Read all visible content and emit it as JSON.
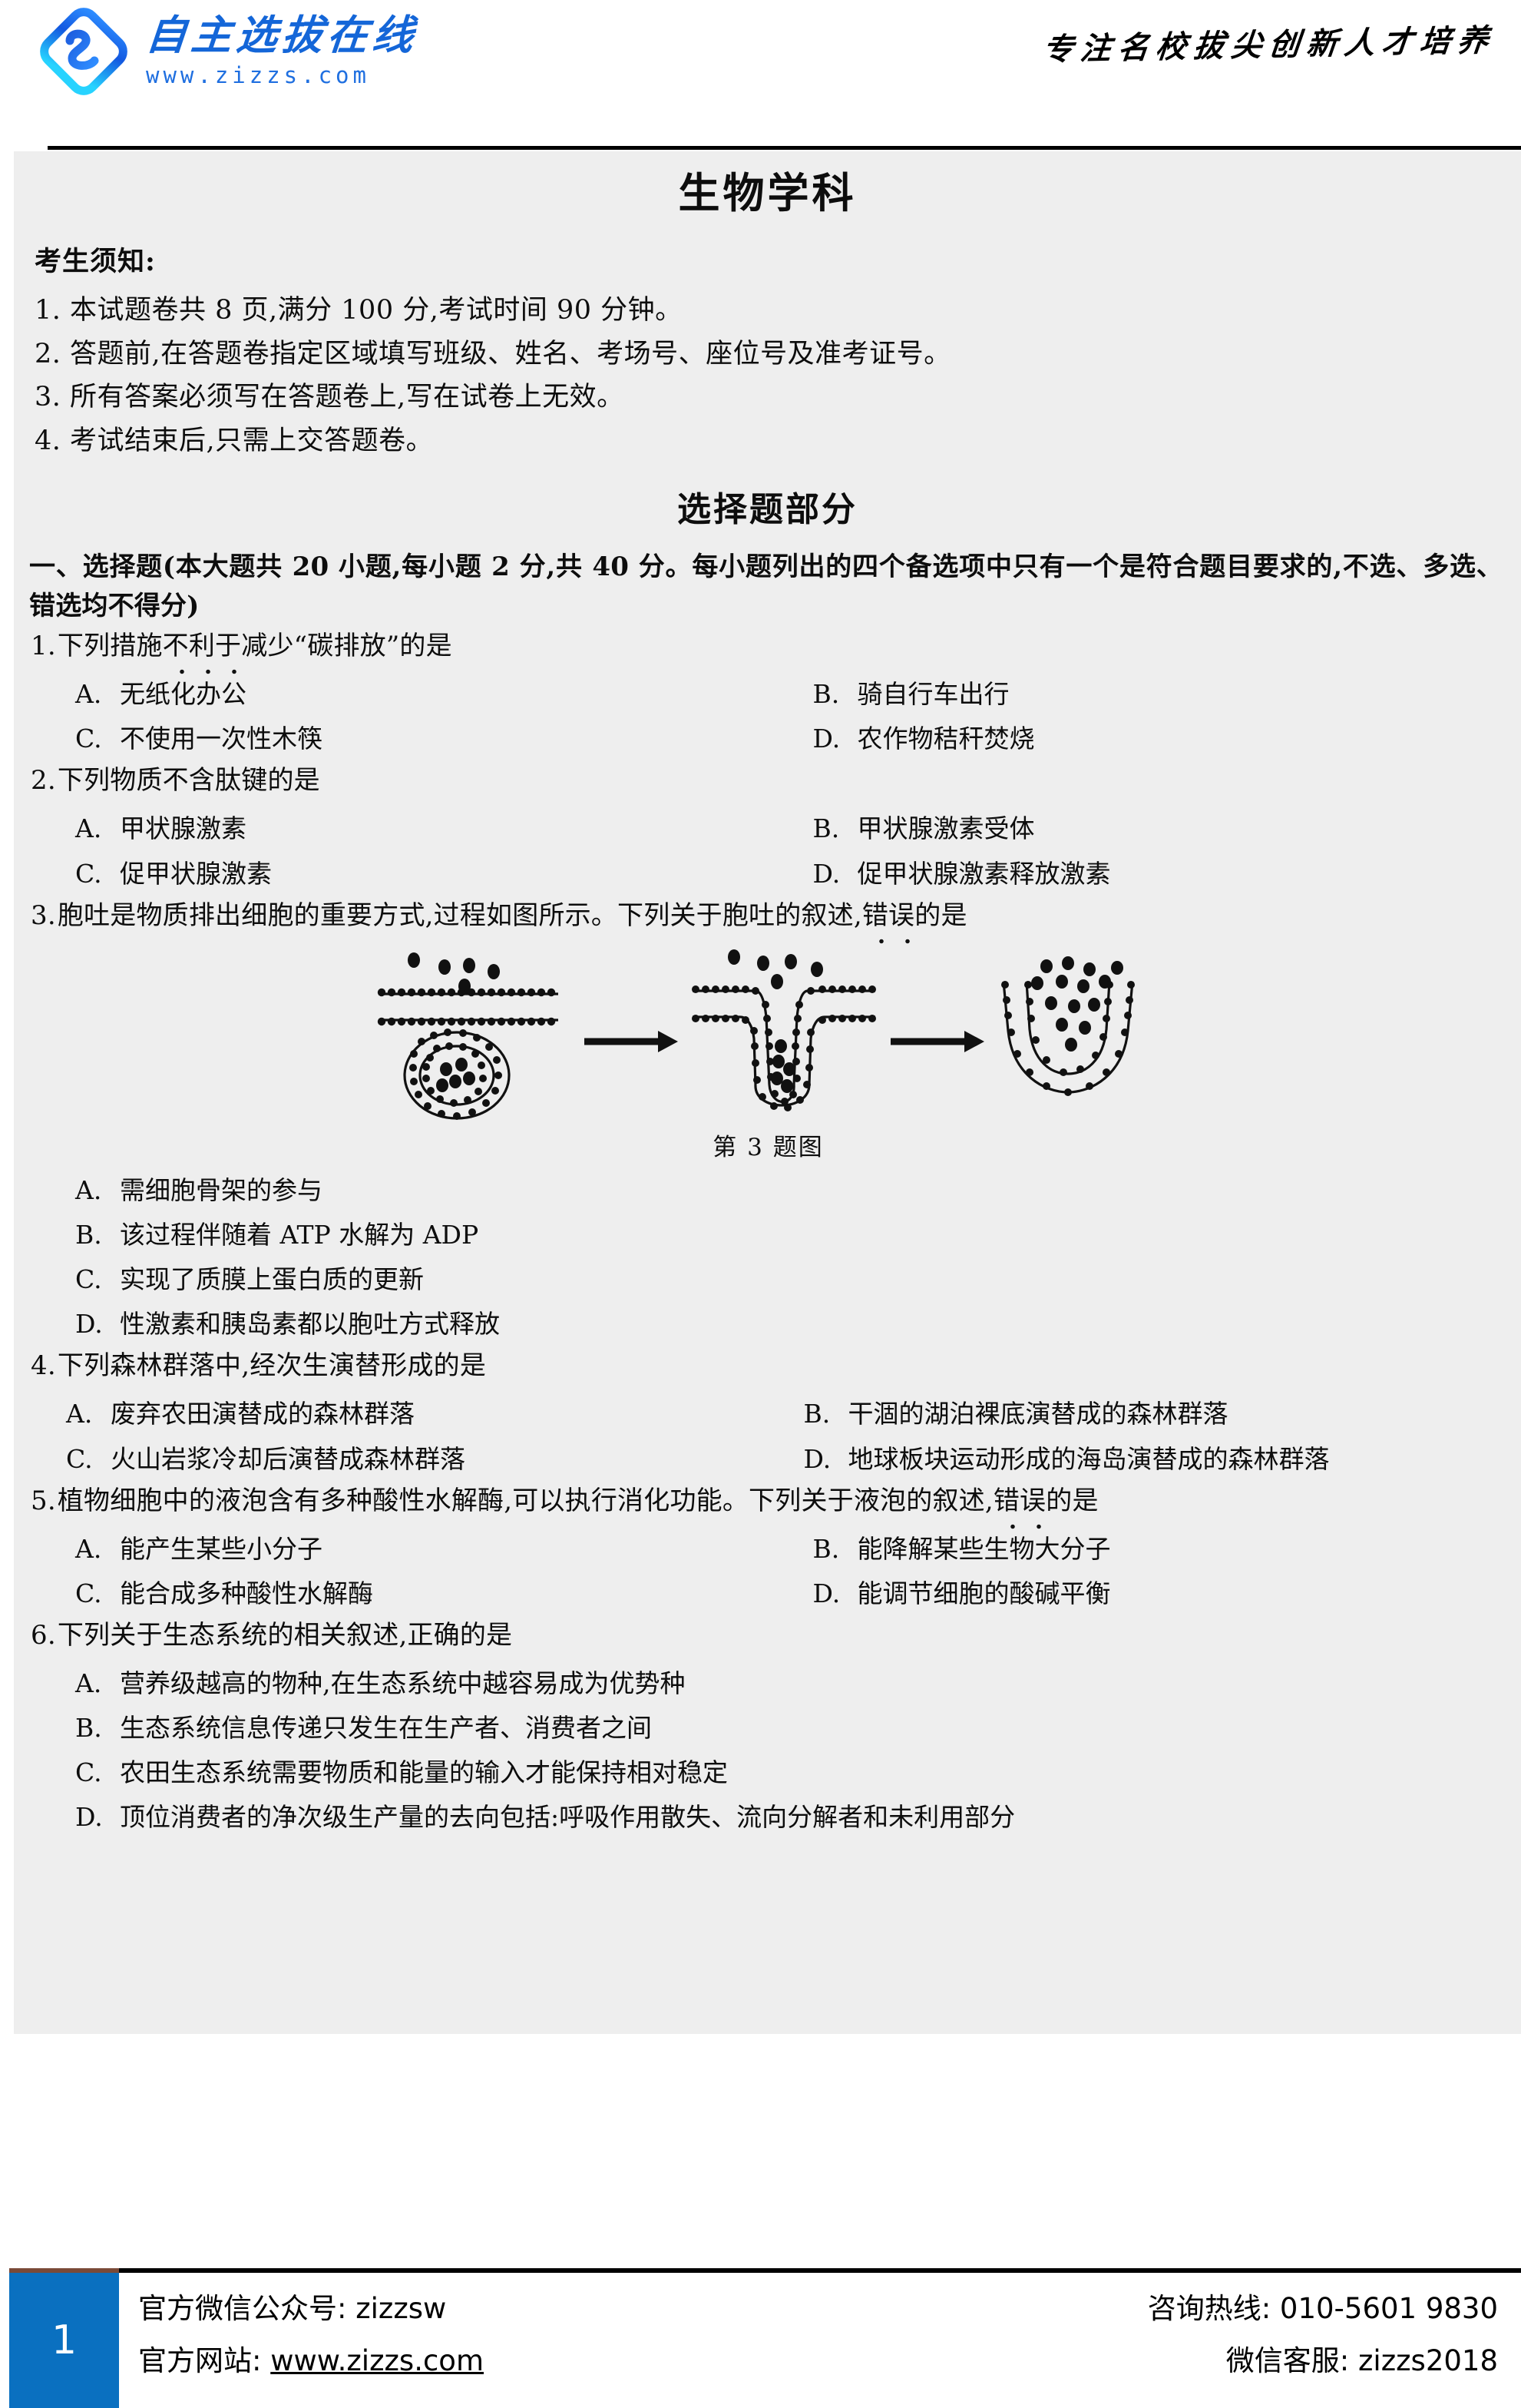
{
  "header": {
    "logo_cn": "自主选拔在线",
    "logo_url": "www.zizzs.com",
    "tagline": "专注名校拔尖创新人才培养",
    "brand_blue": "#1466d8"
  },
  "paper": {
    "doc_title": "生物学科",
    "notice_heading": "考生须知:",
    "notice_items": [
      "1. 本试题卷共 8 页,满分 100 分,考试时间 90 分钟。",
      "2. 答题前,在答题卷指定区域填写班级、姓名、考场号、座位号及准考证号。",
      "3. 所有答案必须写在答题卷上,写在试卷上无效。",
      "4. 考试结束后,只需上交答题卷。"
    ],
    "section_title": "选择题部分",
    "part_head": "一、选择题(本大题共 20 小题,每小题 2 分,共 40 分。每小题列出的四个备选项中只有一个是符合题目要求的,不选、多选、错选均不得分)",
    "questions": [
      {
        "num": "1.",
        "stem_pre": "下列措施",
        "stem_dotted": "不利于",
        "stem_post": "减少“碳排放”的是",
        "layout": "two-col",
        "options": [
          {
            "label": "A.",
            "text": "无纸化办公"
          },
          {
            "label": "B.",
            "text": "骑自行车出行"
          },
          {
            "label": "C.",
            "text": "不使用一次性木筷"
          },
          {
            "label": "D.",
            "text": "农作物秸秆焚烧"
          }
        ]
      },
      {
        "num": "2.",
        "stem_pre": "下列物质不含肽键的是",
        "stem_dotted": "",
        "stem_post": "",
        "layout": "two-col",
        "options": [
          {
            "label": "A.",
            "text": "甲状腺激素"
          },
          {
            "label": "B.",
            "text": "甲状腺激素受体"
          },
          {
            "label": "C.",
            "text": "促甲状腺激素"
          },
          {
            "label": "D.",
            "text": "促甲状腺激素释放激素"
          }
        ]
      },
      {
        "num": "3.",
        "stem_pre": "胞吐是物质排出细胞的重要方式,过程如图所示。下列关于胞吐的叙述,",
        "stem_dotted": "错误",
        "stem_post": "的是",
        "figure_caption": "第 3 题图",
        "layout": "one-col",
        "options": [
          {
            "label": "A.",
            "text": "需细胞骨架的参与"
          },
          {
            "label": "B.",
            "text": "该过程伴随着 ATP 水解为 ADP"
          },
          {
            "label": "C.",
            "text": "实现了质膜上蛋白质的更新"
          },
          {
            "label": "D.",
            "text": "性激素和胰岛素都以胞吐方式释放"
          }
        ]
      },
      {
        "num": "4.",
        "stem_pre": "下列森林群落中,经次生演替形成的是",
        "stem_dotted": "",
        "stem_post": "",
        "layout": "two-col-wide",
        "options": [
          {
            "label": "A.",
            "text": "废弃农田演替成的森林群落"
          },
          {
            "label": "B.",
            "text": "干涸的湖泊裸底演替成的森林群落"
          },
          {
            "label": "C.",
            "text": "火山岩浆冷却后演替成森林群落"
          },
          {
            "label": "D.",
            "text": "地球板块运动形成的海岛演替成的森林群落"
          }
        ]
      },
      {
        "num": "5.",
        "stem_pre": "植物细胞中的液泡含有多种酸性水解酶,可以执行消化功能。下列关于液泡的叙述,",
        "stem_dotted": "错误",
        "stem_post": "的是",
        "layout": "two-col",
        "options": [
          {
            "label": "A.",
            "text": "能产生某些小分子"
          },
          {
            "label": "B.",
            "text": "能降解某些生物大分子"
          },
          {
            "label": "C.",
            "text": "能合成多种酸性水解酶"
          },
          {
            "label": "D.",
            "text": "能调节细胞的酸碱平衡"
          }
        ]
      },
      {
        "num": "6.",
        "stem_pre": "下列关于生态系统的相关叙述,正确的是",
        "stem_dotted": "",
        "stem_post": "",
        "layout": "one-col",
        "options": [
          {
            "label": "A.",
            "text": "营养级越高的物种,在生态系统中越容易成为优势种"
          },
          {
            "label": "B.",
            "text": "生态系统信息传递只发生在生产者、消费者之间"
          },
          {
            "label": "C.",
            "text": "农田生态系统需要物质和能量的输入才能保持相对稳定"
          },
          {
            "label": "D.",
            "text": "顶位消费者的净次级生产量的去向包括:呼吸作用散失、流向分解者和未利用部分"
          }
        ]
      }
    ]
  },
  "footer": {
    "page_number": "1",
    "wechat_label": "官方微信公众号: zizzsw",
    "website_label_prefix": "官方网站: ",
    "website_url": "www.zizzs.com",
    "hotline": "咨询热线: 010-5601 9830",
    "service": "微信客服: zizzs2018",
    "badge_color": "#0a70c0"
  }
}
